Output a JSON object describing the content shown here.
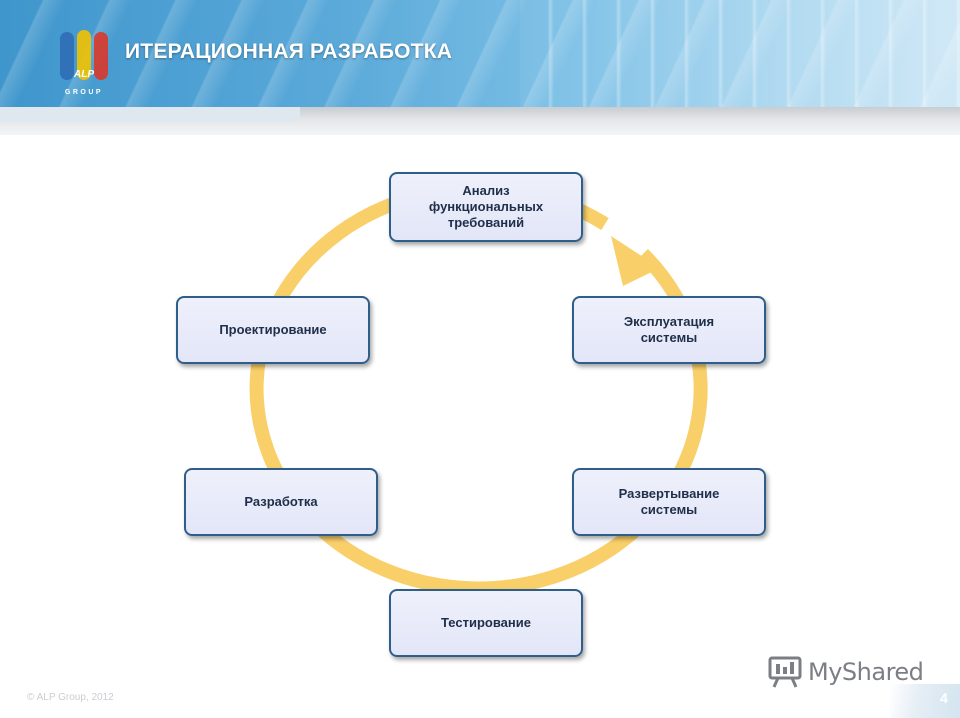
{
  "header": {
    "title": "ИТЕРАЦИОННАЯ РАЗРАБОТКА"
  },
  "logo": {
    "letters": "ALP",
    "word": "GROUP",
    "colors": [
      "#2f6db5",
      "#f2c200",
      "#d9392b"
    ]
  },
  "cycle": {
    "stages": [
      {
        "label": "Анализ\nфункциональных\nтребований"
      },
      {
        "label": "Эксплуатация\nсистемы"
      },
      {
        "label": "Развертывание\nсистемы"
      },
      {
        "label": "Тестирование"
      },
      {
        "label": "Разработка"
      },
      {
        "label": "Проектирование"
      }
    ],
    "arrow_color": "#f9cf6a"
  },
  "footer": {
    "copyright": "© ALP Group, 2012",
    "page_number": "4"
  },
  "watermark": {
    "text": "MyShared",
    "icon": "presentation-board-icon"
  }
}
